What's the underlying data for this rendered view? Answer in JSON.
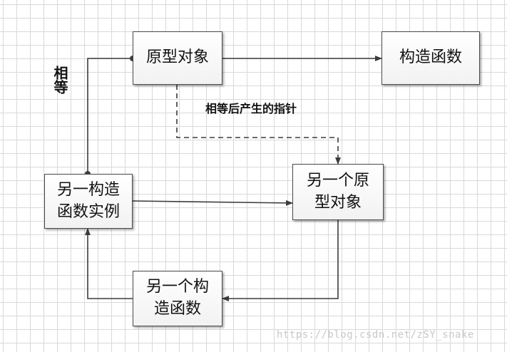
{
  "nodes": {
    "prototype_object": {
      "text": "原型对象"
    },
    "constructor": {
      "text": "构造函数"
    },
    "other_instance": {
      "lines": [
        "另一构造",
        "函数实例"
      ]
    },
    "other_prototype": {
      "lines": [
        "另一个原",
        "型对象"
      ]
    },
    "other_constructor": {
      "lines": [
        "另一个构",
        "造函数"
      ]
    }
  },
  "labels": {
    "equal": "相等",
    "pointer_after_equal": "相等后产生的指针"
  },
  "watermark": "https://blog.csdn.net/zSY_snake",
  "colors": {
    "line": "#3c3c3c",
    "node_border": "#4a4a4a",
    "grid": "#d9d9d9"
  }
}
